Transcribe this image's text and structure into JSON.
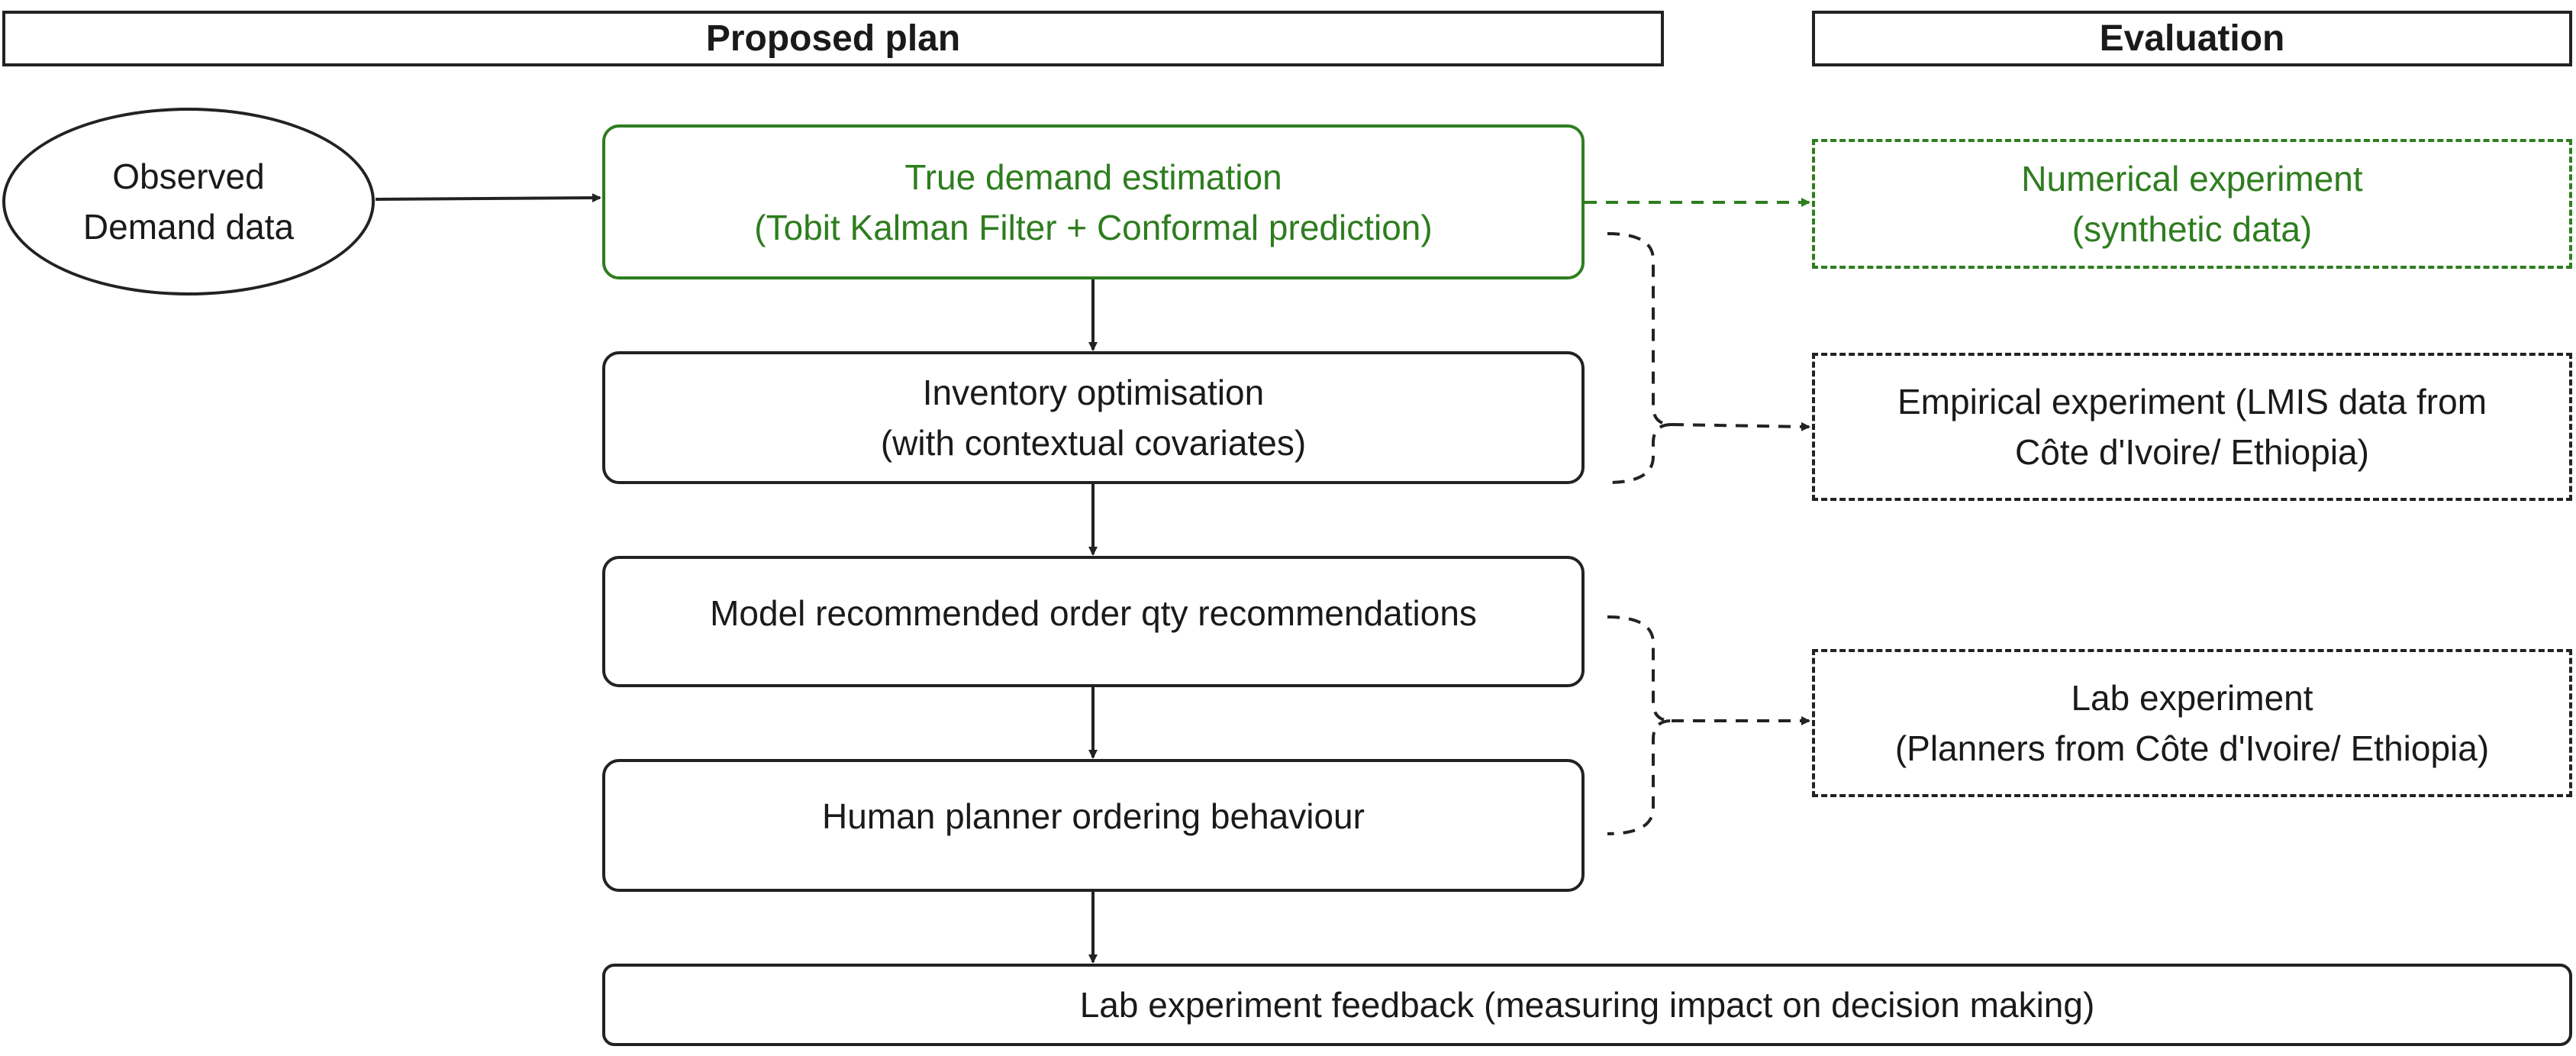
{
  "headers": {
    "proposed_plan": "Proposed plan",
    "evaluation": "Evaluation"
  },
  "input": {
    "line1": "Observed",
    "line2": "Demand data"
  },
  "plan_steps": {
    "true_demand": {
      "line1": "True demand estimation",
      "line2": "(Tobit Kalman Filter + Conformal prediction)"
    },
    "inventory": {
      "line1": "Inventory optimisation",
      "line2": "(with contextual covariates)"
    },
    "model_recommended": {
      "line1": "Model recommended order qty recommendations"
    },
    "human_planner": {
      "line1": "Human planner ordering behaviour"
    },
    "lab_feedback": {
      "line1": "Lab experiment feedback (measuring impact on decision making)"
    }
  },
  "evaluations": {
    "numerical": {
      "line1": "Numerical experiment",
      "line2": "(synthetic data)"
    },
    "empirical": {
      "line1": "Empirical experiment (LMIS data from",
      "line2": "Côte d'Ivoire/  Ethiopia)"
    },
    "lab": {
      "line1": "Lab experiment",
      "line2": "(Planners from Côte d'Ivoire/ Ethiopia)"
    }
  },
  "colors": {
    "highlight": "#2e7d1f",
    "stroke": "#222222"
  }
}
